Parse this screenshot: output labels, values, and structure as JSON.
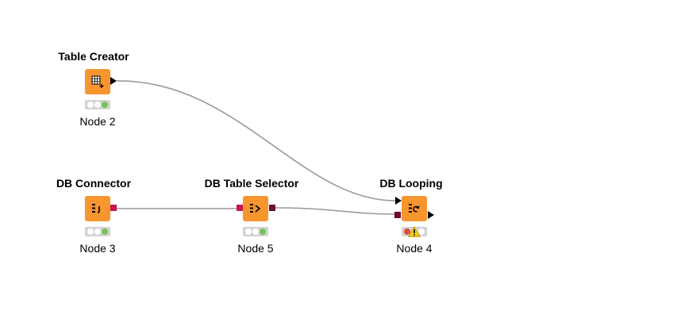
{
  "workflow": {
    "nodes": [
      {
        "id": "table-creator",
        "title": "Table Creator",
        "label": "Node 2",
        "status": "executed",
        "icon": "table-creator-icon"
      },
      {
        "id": "db-connector",
        "title": "DB Connector",
        "label": "Node 3",
        "status": "executed",
        "icon": "db-connector-icon"
      },
      {
        "id": "db-table-selector",
        "title": "DB Table Selector",
        "label": "Node 5",
        "status": "executed",
        "icon": "db-table-selector-icon"
      },
      {
        "id": "db-looping",
        "title": "DB Looping",
        "label": "Node 4",
        "status": "error-warning",
        "icon": "db-looping-icon"
      }
    ],
    "connections": [
      {
        "from": "Node 2",
        "to": "Node 4",
        "port": "data-table"
      },
      {
        "from": "Node 3",
        "to": "Node 5",
        "port": "db-connection"
      },
      {
        "from": "Node 5",
        "to": "Node 4",
        "port": "db-data"
      }
    ]
  },
  "colors": {
    "node_fill": "#f7952e",
    "connection": "#9a9a9a",
    "db_connection_port": "#c8134f",
    "db_data_port": "#6e0a2a",
    "status_green": "#74c35a",
    "status_red": "#e04a3a",
    "warning_yellow": "#f5d10c"
  }
}
